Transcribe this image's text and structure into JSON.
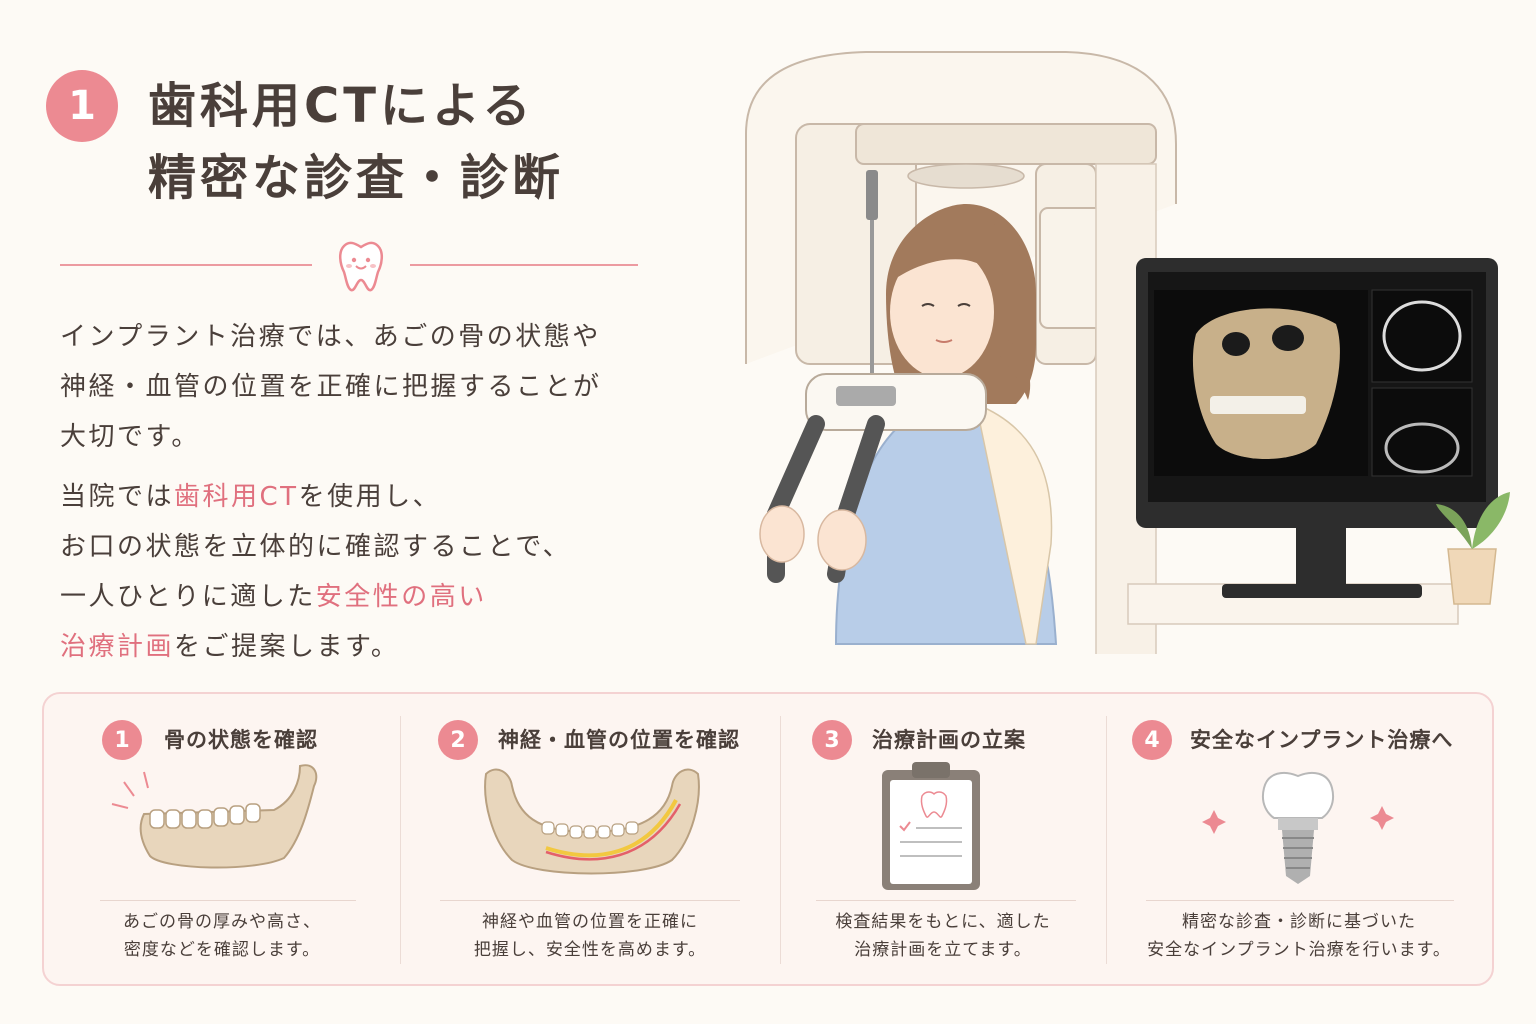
{
  "header": {
    "number": "1",
    "title_line1": "歯科用CTによる",
    "title_line2": "精密な診査・診断"
  },
  "intro": {
    "line1": "インプラント治療では、あごの骨の状態や",
    "line2": "神経・血管の位置を正確に把握することが",
    "line3": "大切です。",
    "p2_line1_a": "当院では",
    "p2_line1_hl": "歯科用CT",
    "p2_line1_b": "を使用し、",
    "p2_line2": "お口の状態を立体的に確認することで、",
    "p2_line3_a": "一人ひとりに適した",
    "p2_line3_hl": "安全性の高い",
    "p2_line4_hl": "治療計画",
    "p2_line4_b": "をご提案します。"
  },
  "features": [
    {
      "number": "1",
      "title": "骨の状態を確認",
      "desc1": "あごの骨の厚みや高さ、",
      "desc2": "密度などを確認します。",
      "icon": "jawbone-icon"
    },
    {
      "number": "2",
      "title": "神経・血管の位置を確認",
      "desc1": "神経や血管の位置を正確に",
      "desc2": "把握し、安全性を高めます。",
      "icon": "nerve-jaw-icon"
    },
    {
      "number": "3",
      "title": "治療計画の立案",
      "desc1": "検査結果をもとに、適した",
      "desc2": "治療計画を立てます。",
      "icon": "clipboard-icon"
    },
    {
      "number": "4",
      "title": "安全なインプラント治療へ",
      "desc1": "精密な診査・診断に基づいた",
      "desc2": "安全なインプラント治療を行います。",
      "icon": "implant-icon"
    }
  ],
  "colors": {
    "accent": "#ec8a92",
    "highlight_text": "#e0707e",
    "text": "#4a3f3a",
    "background": "#fdfaf5"
  }
}
